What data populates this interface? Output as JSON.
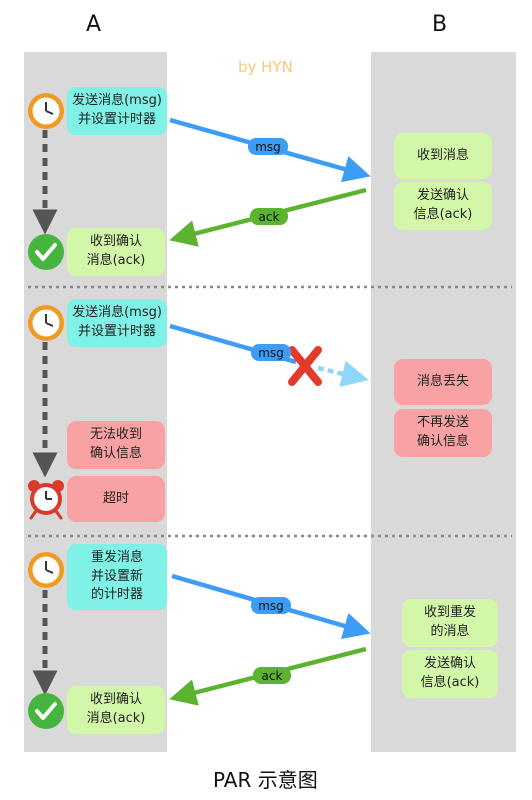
{
  "headers": {
    "a": "A",
    "b": "B"
  },
  "credit": "by HYN",
  "caption": "PAR 示意图",
  "labels": {
    "msg": "msg",
    "ack": "ack"
  },
  "colors": {
    "send": "#3d9cf5",
    "ack": "#5bb330",
    "lost": "#8fd6f9",
    "error": "#e23b2c",
    "column": "#d9d9d9",
    "dashed_arrow": "#555555"
  },
  "scenario1": {
    "a_send": "发送消息(msg)\n并设置计时器",
    "a_recv": "收到确认\n消息(ack)",
    "b_recv": "收到消息",
    "b_send": "发送确认\n信息(ack)"
  },
  "scenario2": {
    "a_send": "发送消息(msg)\n并设置计时器",
    "a_noack": "无法收到\n确认信息",
    "a_timeout": "超时",
    "b_lost": "消息丢失",
    "b_nosend": "不再发送\n确认信息"
  },
  "scenario3": {
    "a_resend": "重发消息\n并设置新\n的计时器",
    "a_recv": "收到确认\n消息(ack)",
    "b_recv": "收到重发\n的消息",
    "b_send": "发送确认\n信息(ack)"
  }
}
